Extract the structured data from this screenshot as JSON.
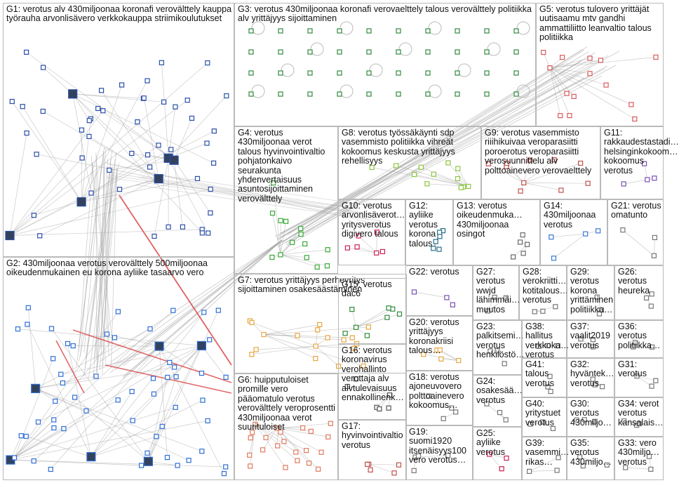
{
  "colors": {
    "border": "#b9b9b9",
    "edge": "#a0a0a0",
    "highlight_edge": "#d83a3a"
  },
  "groups": [
    {
      "id": "G1",
      "label": "G1: verotus alv 430miljoonaa koronafi verovälttely kauppa työrauha arvonlisävero verkkokauppa striimikoulutukset",
      "color": "#2a4fa8"
    },
    {
      "id": "G2",
      "label": "G2: 430miljoonaa verotus verovälttely 500miljoonaa oikeudenmukainen eu korona ayliike tasaarvo vero",
      "color": "#2f6fd6"
    },
    {
      "id": "G3",
      "label": "G3: verotus 430miljoonaa koronafi verovaelttely talous verovälttely politiikka alv yrittäjyys sijoittaminen",
      "color": "#2f8a3c"
    },
    {
      "id": "G4",
      "label": "G4: verotus 430miljoonaa verot talous hyvinvointivaltio pohjatonkaivo seurakunta yhdenvertaisuus asuntosijoittaminen verovälttely",
      "color": "#3aa83a"
    },
    {
      "id": "G5",
      "label": "G5: verotus tulovero yrittäjät uutisaamu mtv gandhi ammattiliitto leanvaltio talous politiikka",
      "color": "#d85a5a"
    },
    {
      "id": "G6",
      "label": "G6: huipputuloiset promille vero pääomatulo verotus verovälttely veroprosentti 430miljoonaa verot suurituloiset",
      "color": "#e07a5f"
    },
    {
      "id": "G7",
      "label": "G7: verotus yrittäjyys perheyritys sijoittaminen osakesäästäminen",
      "color": "#e6a640"
    },
    {
      "id": "G8",
      "label": "G8: verotus työssäkäynti sdp vasemmisto politiikka vihreät kokoomus keskusta yrittäjyys rehellisyys",
      "color": "#8cc63f"
    },
    {
      "id": "G9",
      "label": "G9: verotus vasemmisto riiihikuivaa veroparasiitti poroerotus veroparasiitti verosuunnittelu alv polttoainevero verovaelttely",
      "color": "#c0504d"
    },
    {
      "id": "G10",
      "label": "G10: verotus arvonlisäverot… yritysverotus digivero talous",
      "color": "#cc2255"
    },
    {
      "id": "G11",
      "label": "G11: rakkaudestastadi… helsinginkokoom… kokoomus verotus",
      "color": "#7a4fb0"
    },
    {
      "id": "G12",
      "label": "G12: ayliike verotus korona talous",
      "color": "#2a6f8a"
    },
    {
      "id": "G13",
      "label": "G13: verotus oikeudenmukа… 430miljoonaa osingot",
      "color": "#6a6a6a"
    },
    {
      "id": "G14",
      "label": "G14: 430miljoonaa verotus",
      "color": "#3a7ad6"
    },
    {
      "id": "G15",
      "label": "G15: verotus dac6",
      "color": "#2f8a3c"
    },
    {
      "id": "G16",
      "label": "G16: verotus koronavirus verohallinto verottaja alv alvtulevaisuus ennakollinenk…",
      "color": "#555555"
    },
    {
      "id": "G17",
      "label": "G17: hyvinvointivaltio verotus",
      "color": "#c0504d"
    },
    {
      "id": "G18",
      "label": "G18: verotus ajoneuvovero polttoainevero kokoomus…",
      "color": "#777777"
    },
    {
      "id": "G19",
      "label": "G19: suomi1920 itsenäisyys100 vero verotus…",
      "color": "#777777"
    },
    {
      "id": "G20",
      "label": "G20: verotus yrittäjyys koronakriisi talous…",
      "color": "#e6a640"
    },
    {
      "id": "G21",
      "label": "G21: verotus omatunto",
      "color": "#777777"
    },
    {
      "id": "G22",
      "label": "G22: verotus",
      "color": "#7a4fb0"
    },
    {
      "id": "G23",
      "label": "G23: palkitsemi… verotus henkilöstö…",
      "color": "#777777"
    },
    {
      "id": "G24",
      "label": "G24: osakesää… verotus",
      "color": "#777777"
    },
    {
      "id": "G25",
      "label": "G25: ayliike verotus",
      "color": "#cc2255"
    },
    {
      "id": "G26",
      "label": "G26: verotus heureka",
      "color": "#777777"
    },
    {
      "id": "G27",
      "label": "G27: verotus wwjd lähimmäi… muutos",
      "color": "#777777"
    },
    {
      "id": "G28",
      "label": "G28: verokriitti… kotitalous… verotus",
      "color": "#777777"
    },
    {
      "id": "G29",
      "label": "G29: verotus korona yrittäminen politiikka…",
      "color": "#777777"
    },
    {
      "id": "G30",
      "label": "G30: verotus 430miljo…",
      "color": "#777777"
    },
    {
      "id": "G31",
      "label": "G31: verotus",
      "color": "#777777"
    },
    {
      "id": "G32",
      "label": "G32: hyväntek… verotus",
      "color": "#777777"
    },
    {
      "id": "G33",
      "label": "G33: vero 430miljo… verotus",
      "color": "#777777"
    },
    {
      "id": "G34",
      "label": "G34: verot verotus kansalais…",
      "color": "#777777"
    },
    {
      "id": "G35",
      "label": "G35: verotus 430miljo…",
      "color": "#777777"
    },
    {
      "id": "G36",
      "label": "G36: verotus politiikka…",
      "color": "#777777"
    },
    {
      "id": "G37",
      "label": "G37: vaalit2019 verotus",
      "color": "#777777"
    },
    {
      "id": "G38",
      "label": "G38: hallitus verkkoka… verotus",
      "color": "#777777"
    },
    {
      "id": "G39",
      "label": "G39: vasemmi… rikas…",
      "color": "#777777"
    },
    {
      "id": "G40",
      "label": "G40: yritystuet verotus",
      "color": "#777777"
    },
    {
      "id": "G41",
      "label": "G41: talous verotus",
      "color": "#777777"
    }
  ]
}
